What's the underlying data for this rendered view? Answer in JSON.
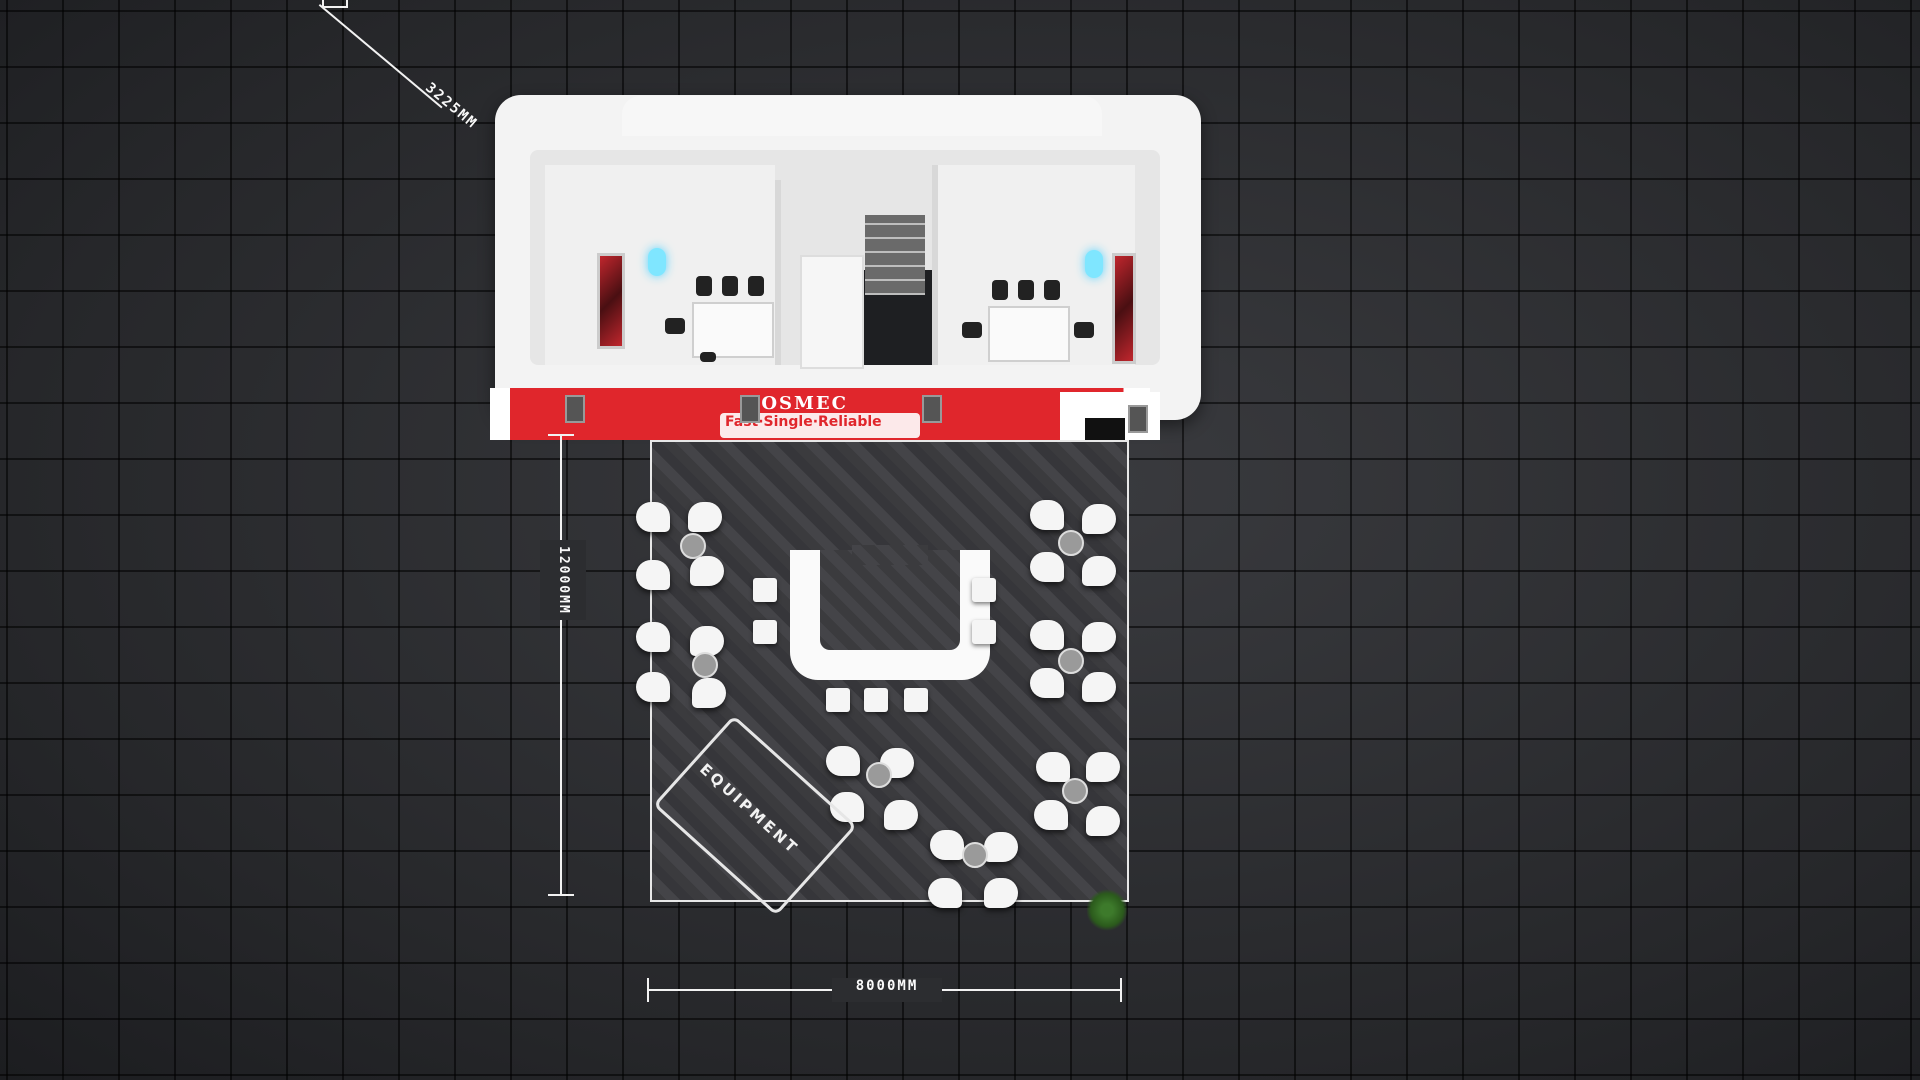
{
  "booth": {
    "brand_text": "COSMEC",
    "banner_text": "Fast·Single·Reliable",
    "accent_color": "#e0262c"
  },
  "floor": {
    "equipment_label": "EQUIPMENT"
  },
  "dimensions": {
    "depth_label": "12000MM",
    "width_label": "8000MM",
    "diagonal_label": "3225MM"
  }
}
